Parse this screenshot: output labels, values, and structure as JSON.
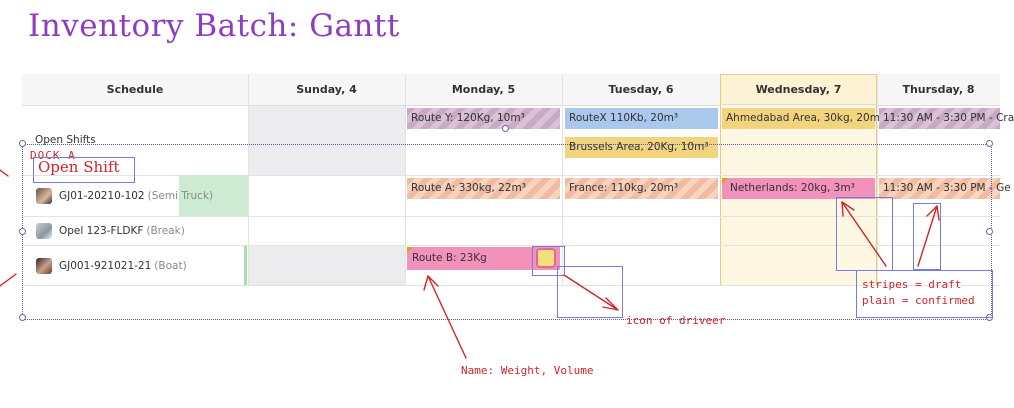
{
  "page_title": "Inventory Batch: Gantt",
  "header": {
    "schedule": "Schedule",
    "days": [
      "Sunday, 4",
      "Monday, 5",
      "Tuesday, 6",
      "Wednesday, 7",
      "Thursday, 8"
    ]
  },
  "rows": [
    {
      "label": "Open Shifts",
      "detail": ""
    },
    {
      "label": "GJ01-20210-102",
      "detail": "(Semi Truck)"
    },
    {
      "label": "Opel 123-FLDKF",
      "detail": "(Break)"
    },
    {
      "label": "GJ001-921021-21",
      "detail": "(Boat)"
    }
  ],
  "pills": {
    "route_y": "Route Y: 120Kg, 10m³",
    "routex": "RouteX 110Kb, 20m³",
    "ahmedabad": "Ahmedabad Area, 30kg, 20m³",
    "thu_open": "11:30 AM - 3:30 PM - Cra",
    "brussels": "Brussels Area, 20Kg, 10m³",
    "route_a": "Route A: 330kg, 22m³",
    "france": "France: 110kg, 20m³",
    "netherlands": "Netherlands: 20kg, 3m³",
    "thu_truck": "11:30 AM - 3:30 PM - Ge",
    "route_b": "Route B: 23Kg"
  },
  "annotations": {
    "dock": "DOCK A",
    "open_shift": "Open Shift",
    "name_note": "Name: Weight, Volume",
    "icon_note": "icon of driveer",
    "stripes_note": "stripes = draft",
    "plain_note": "plain = confirmed"
  },
  "colors": {
    "title": "#8e3cc4",
    "annotation_red": "#d1242a",
    "draft_purple": "#c9a9c6",
    "draft_orange": "#f0bba1",
    "confirmed_blue": "#a9c8ec",
    "confirmed_yellow": "#f2d37e",
    "confirmed_pink": "#f391bd",
    "today_highlight": "#fef8e3"
  }
}
